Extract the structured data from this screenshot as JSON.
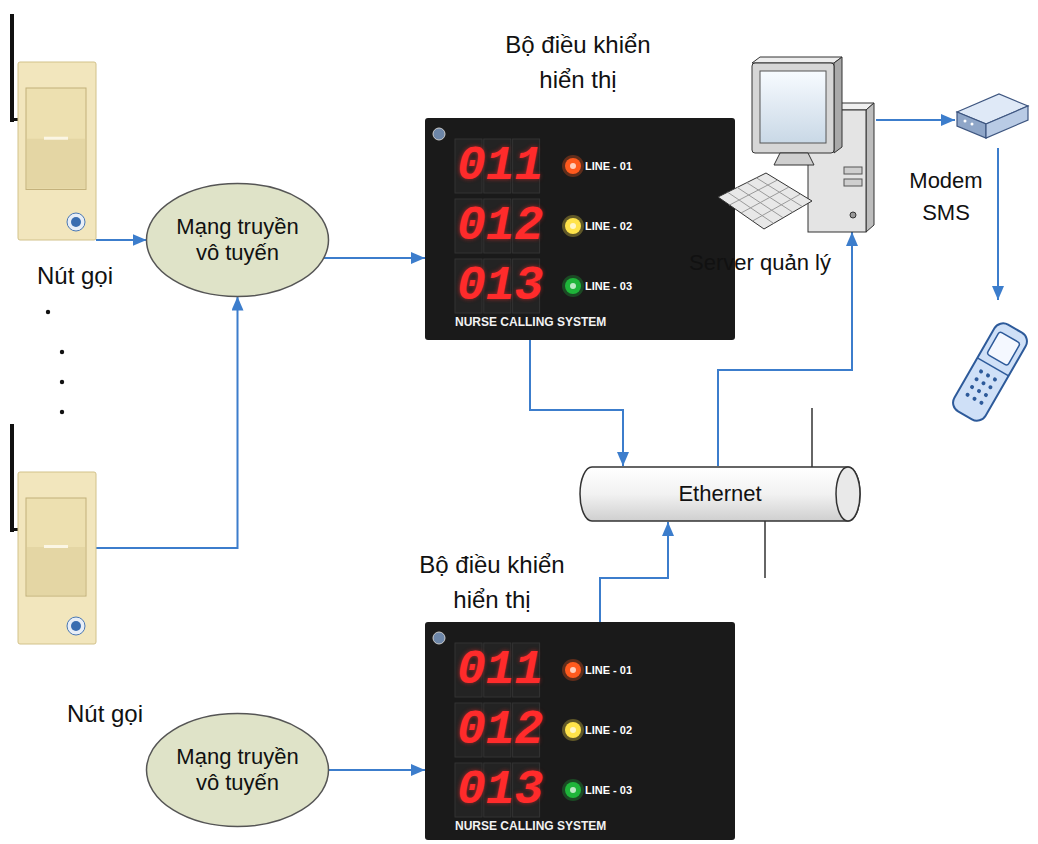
{
  "diagram": {
    "nodes": [
      {
        "text": [
          "Nút gọi"
        ]
      },
      {
        "text": [
          "Mạng truyền vô tuyến"
        ]
      },
      {
        "text": [
          "Bộ điều khiển hiển thị",
          "011",
          "012",
          "013",
          "LINE - 01",
          "LINE - 02",
          "LINE - 03",
          "NURSE CALLING SYSTEM"
        ]
      },
      {
        "text": [
          "Server quản lý"
        ]
      },
      {
        "text": [
          "Modem SMS"
        ]
      },
      {
        "text": [
          "Ethernet"
        ]
      },
      {
        "text": [
          "Nút gọi"
        ]
      },
      {
        "text": [
          "Bộ điều khiển hiển thị",
          "011",
          "012",
          "013",
          "LINE - 01",
          "LINE - 02",
          "LINE - 03",
          "NURSE CALLING SYSTEM"
        ]
      },
      {
        "text": [
          "Mạng truyền vô tuyến"
        ]
      }
    ],
    "edges": [
      {
        "from": 0,
        "to": 1,
        "arrow": "to"
      },
      {
        "from": 6,
        "to": 1,
        "arrow": "to"
      },
      {
        "from": 1,
        "to": 2,
        "arrow": "to"
      },
      {
        "from": 8,
        "to": 7,
        "arrow": "to"
      },
      {
        "from": 2,
        "to": 5,
        "arrow": "to"
      },
      {
        "from": 7,
        "to": 5,
        "arrow": "to"
      },
      {
        "from": 5,
        "to": 3,
        "arrow": "to"
      },
      {
        "from": 3,
        "to": 4,
        "arrow": "to"
      }
    ]
  }
}
